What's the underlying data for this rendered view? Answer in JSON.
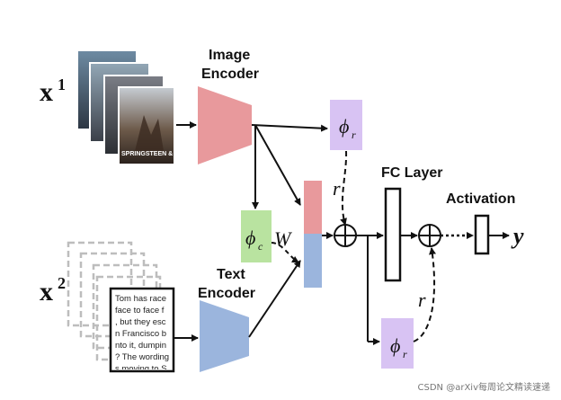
{
  "inputs": {
    "x1_base": "x",
    "x1_sup": "1",
    "x2_base": "x",
    "x2_sup": "2",
    "poster_caption": "SPRINGSTEEN & I",
    "doc_lines": [
      "Tom has race",
      "face to face f",
      ", but they esc",
      "n Francisco b",
      "nto it, dumpin",
      "? The wording",
      "s moving to S"
    ]
  },
  "encoders": {
    "image_label_line1": "Image",
    "image_label_line2": "Encoder",
    "text_label_line1": "Text",
    "text_label_line2": "Encoder"
  },
  "modules": {
    "phi_c": "ϕ",
    "phi_c_sub": "c",
    "phi_r": "ϕ",
    "phi_r_sub": "r",
    "w_label": "W",
    "r_label": "r",
    "fc_label": "FC Layer",
    "activation_label": "Activation",
    "output_label": "y",
    "plus_symbol": "⊕"
  },
  "colors": {
    "image_encoder": "#e8999c",
    "text_encoder": "#9bb5dd",
    "phi_c_box": "#b9e3a0",
    "phi_r_box": "#d8c3f3",
    "concat_top": "#e8999c",
    "concat_bottom": "#9bb5dd"
  },
  "watermark": "CSDN @arXiv每周论文精读速递"
}
